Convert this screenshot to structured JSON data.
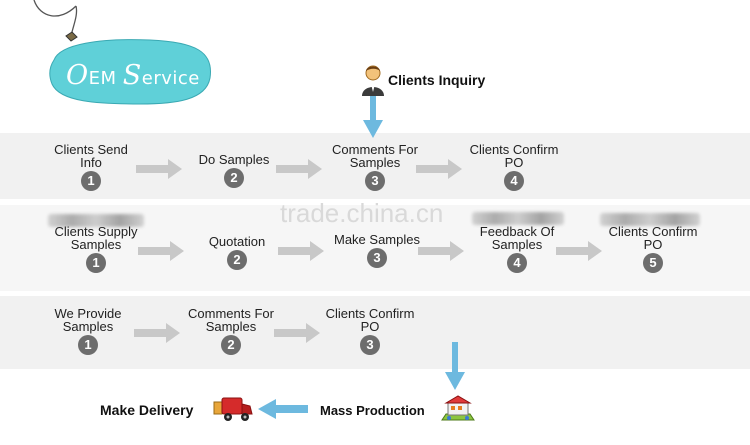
{
  "logo": {
    "letter1": "O",
    "part1": "EM ",
    "letter2": "S",
    "part2": "ervice"
  },
  "watermark": "trade.china.cn",
  "inquiry": "Clients Inquiry",
  "row1": [
    {
      "label": "Clients Send Info",
      "num": "1"
    },
    {
      "label": "Do Samples",
      "num": "2"
    },
    {
      "label": "Comments For Samples",
      "num": "3"
    },
    {
      "label": "Clients Confirm PO",
      "num": "4"
    }
  ],
  "row2": [
    {
      "label": "Clients Supply Samples",
      "num": "1"
    },
    {
      "label": "Quotation",
      "num": "2"
    },
    {
      "label": "Make Samples",
      "num": "3"
    },
    {
      "label": "Feedback Of Samples",
      "num": "4"
    },
    {
      "label": "Clients Confirm PO",
      "num": "5"
    }
  ],
  "row3": [
    {
      "label": "We Provide Samples",
      "num": "1"
    },
    {
      "label": "Comments For Samples",
      "num": "2"
    },
    {
      "label": "Clients Confirm PO",
      "num": "3"
    }
  ],
  "bottom": {
    "delivery": "Make Delivery",
    "production": "Mass  Production"
  },
  "colors": {
    "logo_fill": "#5fd0d8",
    "flow_arrow": "#6db9df",
    "step_arrow": "#c8c8c8",
    "number_badge": "#6d6d6d"
  }
}
